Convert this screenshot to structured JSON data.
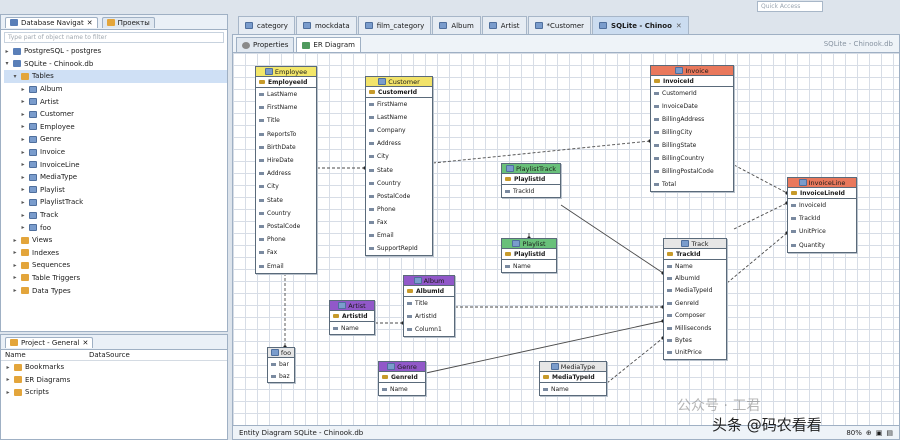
{
  "quick_access": "Quick Access",
  "navigator": {
    "tabs": [
      "Database Navigat",
      "Проекты"
    ],
    "filter_placeholder": "Type part of object name to filter",
    "connections": [
      {
        "label": "PostgreSQL - postgres"
      },
      {
        "label": "SQLite - Chinook.db"
      }
    ],
    "tables_label": "Tables",
    "tables": [
      "Album",
      "Artist",
      "Customer",
      "Employee",
      "Genre",
      "Invoice",
      "InvoiceLine",
      "MediaType",
      "Playlist",
      "PlaylistTrack",
      "Track",
      "foo"
    ],
    "other_folders": [
      "Views",
      "Indexes",
      "Sequences",
      "Table Triggers",
      "Data Types"
    ]
  },
  "project": {
    "tab": "Project - General",
    "col_name": "Name",
    "col_source": "DataSource",
    "items": [
      "Bookmarks",
      "ER Diagrams",
      "Scripts"
    ]
  },
  "editor_tabs": [
    {
      "label": "category",
      "active": false
    },
    {
      "label": "mockdata",
      "active": false
    },
    {
      "label": "film_category",
      "active": false
    },
    {
      "label": "Album",
      "active": false
    },
    {
      "label": "Artist",
      "active": false
    },
    {
      "label": "*Customer",
      "active": false
    },
    {
      "label": "SQLite - Chinoo",
      "active": true
    }
  ],
  "sub_tabs": {
    "properties": "Properties",
    "er": "ER Diagram"
  },
  "sub_path": "SQLite - Chinook.db",
  "status_text": "Entity Diagram SQLite - Chinook.db",
  "zoom": "80%",
  "entities": [
    {
      "name": "Employee",
      "pk": "EmployeeId",
      "cols": [
        "LastName",
        "FirstName",
        "Title",
        "ReportsTo",
        "BirthDate",
        "HireDate",
        "Address",
        "City",
        "State",
        "Country",
        "PostalCode",
        "Phone",
        "Fax",
        "Email"
      ]
    },
    {
      "name": "Customer",
      "pk": "CustomerId",
      "cols": [
        "FirstName",
        "LastName",
        "Company",
        "Address",
        "City",
        "State",
        "Country",
        "PostalCode",
        "Phone",
        "Fax",
        "Email",
        "SupportRepId"
      ]
    },
    {
      "name": "Invoice",
      "pk": "InvoiceId",
      "cols": [
        "CustomerId",
        "InvoiceDate",
        "BillingAddress",
        "BillingCity",
        "BillingState",
        "BillingCountry",
        "BillingPostalCode",
        "Total"
      ]
    },
    {
      "name": "InvoiceLine",
      "pk": "InvoiceLineId",
      "cols": [
        "InvoiceId",
        "TrackId",
        "UnitPrice",
        "Quantity"
      ]
    },
    {
      "name": "PlaylistTrack",
      "pk": "PlaylistId",
      "cols": [
        "TrackId"
      ]
    },
    {
      "name": "Playlist",
      "pk": "PlaylistId",
      "cols": [
        "Name"
      ]
    },
    {
      "name": "Track",
      "pk": "TrackId",
      "cols": [
        "Name",
        "AlbumId",
        "MediaTypeId",
        "GenreId",
        "Composer",
        "Milliseconds",
        "Bytes",
        "UnitPrice"
      ]
    },
    {
      "name": "Album",
      "pk": "AlbumId",
      "cols": [
        "Title",
        "ArtistId",
        "Column1"
      ]
    },
    {
      "name": "Artist",
      "pk": "ArtistId",
      "cols": [
        "Name"
      ]
    },
    {
      "name": "foo",
      "pk": "",
      "cols": [
        "bar",
        "baz"
      ]
    },
    {
      "name": "Genre",
      "pk": "GenreId",
      "cols": [
        "Name"
      ]
    },
    {
      "name": "MediaType",
      "pk": "MediaTypeId",
      "cols": [
        "Name"
      ]
    }
  ],
  "watermark1": "公众号 · 工君",
  "watermark2": "头条 @码农看看",
  "colors": {
    "employee": "#f3e76a",
    "customer": "#f2e36a",
    "invoice": "#e9785c",
    "invoiceline": "#e9785c",
    "playlisttrack": "#69c07a",
    "playlist": "#69c07a",
    "track": "#e6e6e6",
    "album": "#9158c9",
    "artist": "#9158c9",
    "foo": "#e6e6e6",
    "genre": "#9158c9",
    "mediatype": "#e6e6e6"
  }
}
